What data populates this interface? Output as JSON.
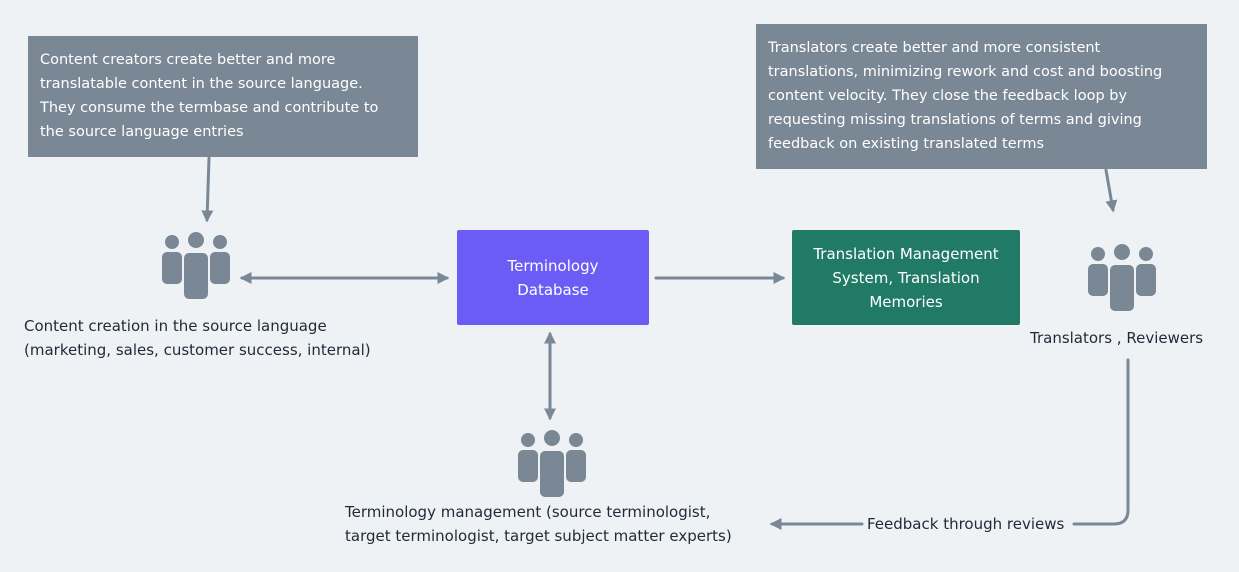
{
  "notes": {
    "content_creators": [
      "Content creators create better and more",
      "translatable content in the source language.",
      "They consume the termbase and contribute to",
      "the source language entries"
    ],
    "translators": [
      "Translators create better and more consistent",
      "translations, minimizing rework and cost and boosting",
      "content velocity. They close the feedback loop by",
      "requesting missing translations of terms and giving",
      "feedback on existing translated terms"
    ]
  },
  "boxes": {
    "terminology_database": [
      "Terminology",
      "Database"
    ],
    "tms": [
      "Translation Management",
      "System, Translation",
      "Memories"
    ]
  },
  "labels": {
    "content_creation": [
      "Content creation in the source language",
      "(marketing, sales, customer success, internal)"
    ],
    "translators_reviewers": "Translators , Reviewers",
    "terminology_management": [
      "Terminology management (source terminologist,",
      "target terminologist, target subject matter experts)"
    ],
    "feedback": "Feedback through reviews"
  },
  "icons": {
    "content_group": "people-group-icon",
    "translators_group": "people-group-icon",
    "terminology_group": "people-group-icon"
  },
  "colors": {
    "background": "#eff2f5",
    "note": "#7a8896",
    "terminology_database": "#6b5cf6",
    "tms": "#207a66",
    "connector": "#7a8896",
    "icon": "#7a8896"
  }
}
